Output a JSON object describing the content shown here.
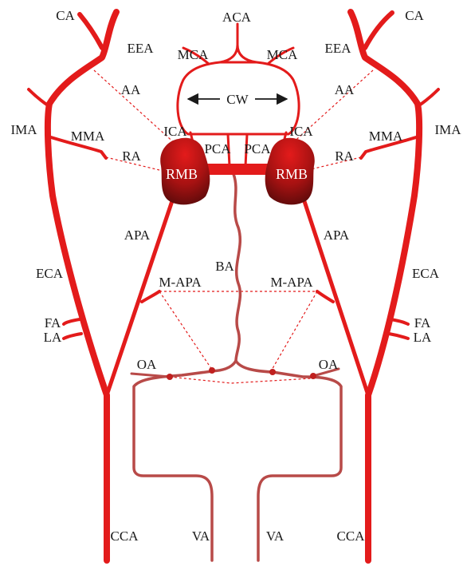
{
  "diagram": {
    "labels": {
      "aca": "ACA",
      "mca": "MCA",
      "cw": "CW",
      "ica": "ICA",
      "pca": "PCA",
      "rmb": "RMB",
      "ca": "CA",
      "eea": "EEA",
      "aa": "AA",
      "ima": "IMA",
      "mma": "MMA",
      "ra": "RA",
      "apa": "APA",
      "ba": "BA",
      "eca": "ECA",
      "m_apa": "M-APA",
      "fa": "FA",
      "la": "LA",
      "oa": "OA",
      "cca": "CCA",
      "va": "VA"
    },
    "colors": {
      "artery": "#e31b1b",
      "vertebral": "#b84a48",
      "rete_dark": "#5a0a0a",
      "rete_light": "#e31b1b",
      "text": "#1a1a1a"
    }
  }
}
